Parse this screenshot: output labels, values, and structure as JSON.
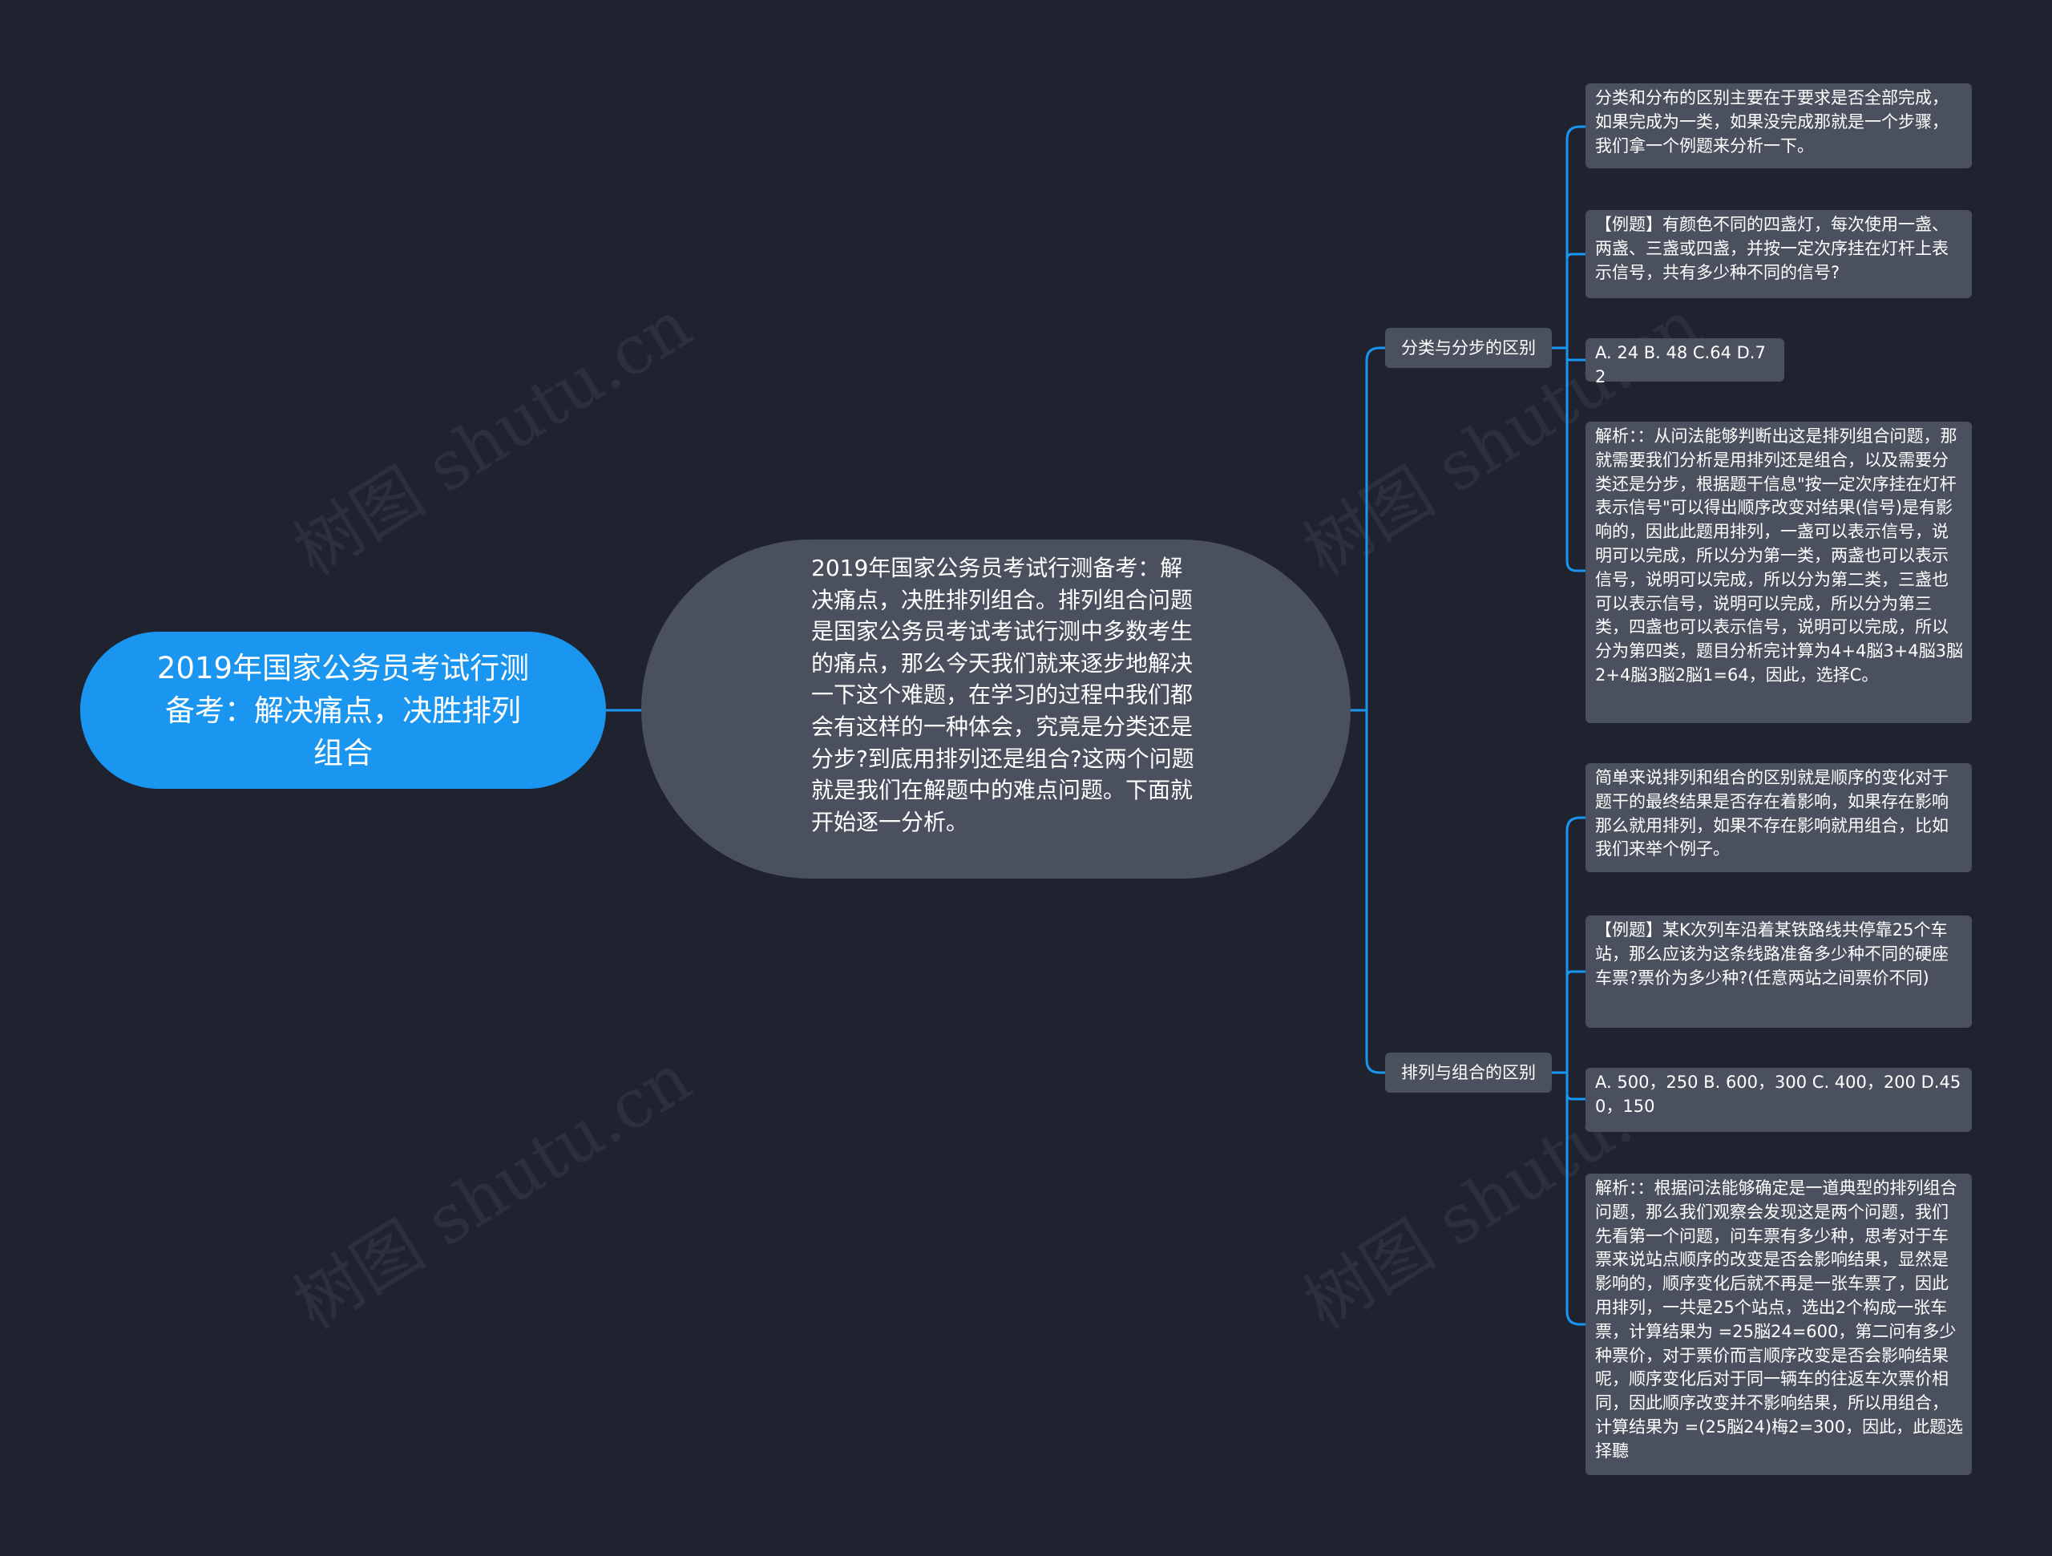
{
  "watermark": "树图 shutu.cn",
  "colors": {
    "background": "#1f2330",
    "root": "#1a96f0",
    "node": "#4a505e",
    "link": "#1a96f0"
  },
  "root": {
    "text": "2019年国家公务员考试行测备考：解决痛点，决胜排列组合"
  },
  "center": {
    "text": "2019年国家公务员考试行测备考：解决痛点，决胜排列组合。排列组合问题是国家公务员考试考试行测中多数考生的痛点，那么今天我们就来逐步地解决一下这个难题，在学习的过程中我们都会有这样的一种体会，究竟是分类还是分步?到底用排列还是组合?这两个问题就是我们在解题中的难点问题。下面就开始逐一分析。"
  },
  "branches": [
    {
      "label": "分类与分步的区别",
      "leaves": [
        "分类和分布的区别主要在于要求是否全部完成，如果完成为一类，如果没完成那就是一个步骤，我们拿一个例题来分析一下。",
        "【例题】有颜色不同的四盏灯，每次使用一盏、两盏、三盏或四盏，并按一定次序挂在灯杆上表示信号，共有多少种不同的信号?",
        "A. 24 B. 48 C.64 D.72",
        "解析：：从问法能够判断出这是排列组合问题，那就需要我们分析是用排列还是组合，以及需要分类还是分步，根据题干信息\"按一定次序挂在灯杆表示信号\"可以得出顺序改变对结果(信号)是有影响的，因此此题用排列，一盏可以表示信号，说明可以完成，所以分为第一类，两盏也可以表示信号，说明可以完成，所以分为第二类，三盏也可以表示信号，说明可以完成，所以分为第三类，四盏也可以表示信号，说明可以完成，所以分为第四类，题目分析完计算为4+4脳3+4脳3脳2+4脳3脳2脳1=64，因此，选择C。"
      ]
    },
    {
      "label": "排列与组合的区别",
      "leaves": [
        "简单来说排列和组合的区别就是顺序的变化对于题干的最终结果是否存在着影响，如果存在影响那么就用排列，如果不存在影响就用组合，比如我们来举个例子。",
        "【例题】某K次列车沿着某铁路线共停靠25个车站，那么应该为这条线路准备多少种不同的硬座车票?票价为多少种?(任意两站之间票价不同)",
        "A. 500，250 B. 600，300 C. 400，200 D.450，150",
        "解析：：根据问法能够确定是一道典型的排列组合问题，那么我们观察会发现这是两个问题，我们先看第一个问题，问车票有多少种，思考对于车票来说站点顺序的改变是否会影响结果，显然是影响的，顺序变化后就不再是一张车票了，因此用排列，一共是25个站点，选出2个构成一张车票，计算结果为 =25脳24=600，第二问有多少种票价，对于票价而言顺序改变是否会影响结果呢，顺序变化后对于同一辆车的往返车次票价相同，因此顺序改变并不影响结果，所以用组合，计算结果为 =(25脳24)梅2=300，因此，此题选择聽"
      ]
    }
  ]
}
